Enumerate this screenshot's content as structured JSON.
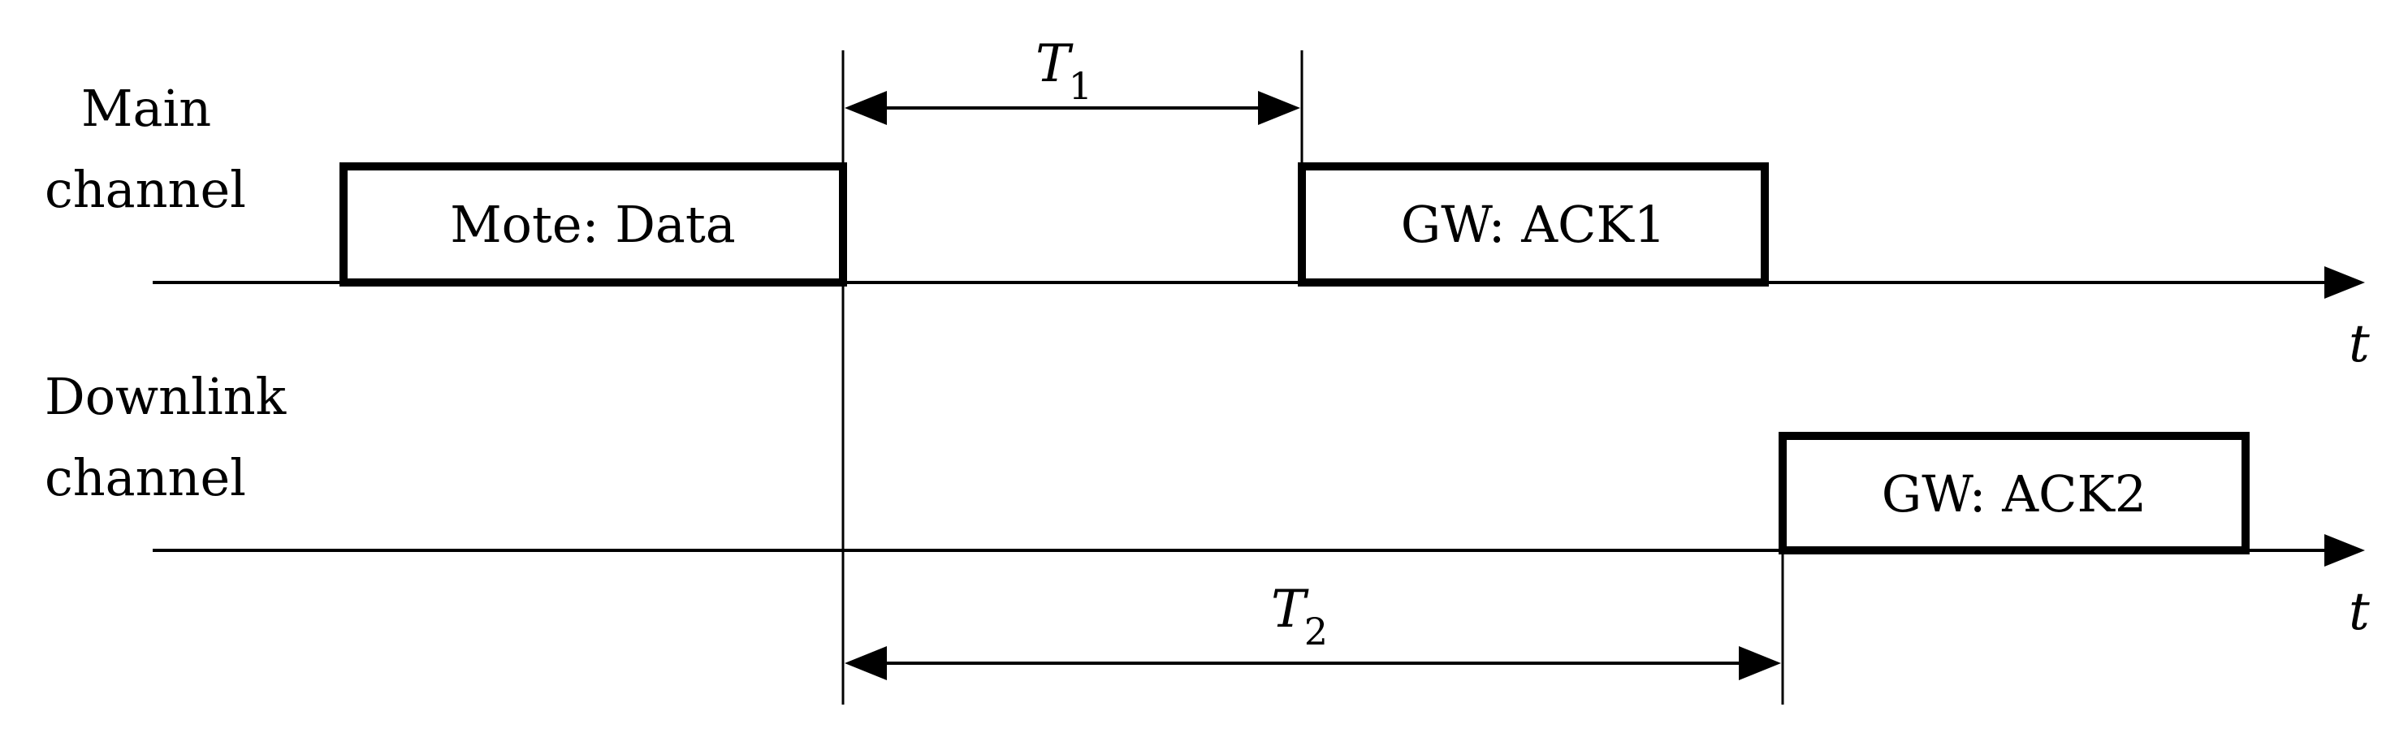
{
  "channels": {
    "main": {
      "label_line1": "Main",
      "label_line2": "channel",
      "axis_label": "t"
    },
    "downlink": {
      "label_line1": "Downlink",
      "label_line2": "channel",
      "axis_label": "t"
    }
  },
  "boxes": {
    "mote_data": "Mote: Data",
    "gw_ack1": "GW: ACK1",
    "gw_ack2": "GW: ACK2"
  },
  "intervals": {
    "t1": {
      "symbol": "T",
      "subscript": "1"
    },
    "t2": {
      "symbol": "T",
      "subscript": "2"
    }
  },
  "colors": {
    "line": "#000000",
    "background": "#ffffff"
  }
}
